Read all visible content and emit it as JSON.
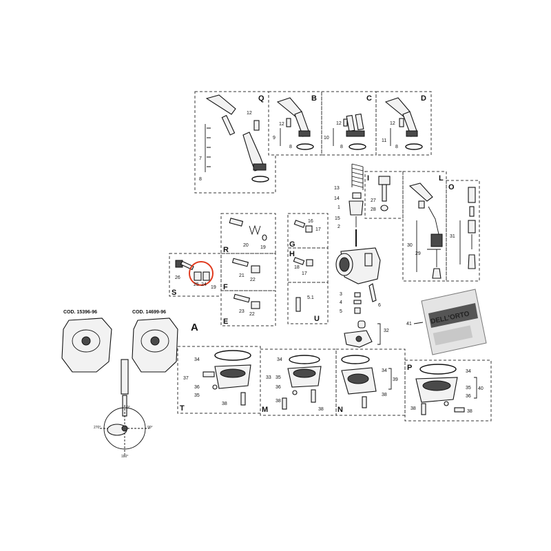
{
  "section_letters": {
    "Q": "Q",
    "B": "B",
    "C": "C",
    "D": "D",
    "R": "R",
    "S": "S",
    "F": "F",
    "E": "E",
    "G": "G",
    "H": "H",
    "U": "U",
    "I": "I",
    "L": "L",
    "O": "O",
    "T": "T",
    "M": "M",
    "N": "N",
    "P": "P"
  },
  "codes": {
    "left": "COD. 15396-96",
    "right": "COD. 14699-96"
  },
  "section_a": "A",
  "degrees": {
    "top": "0°",
    "left": "270°",
    "right": "90°",
    "bottom": "180°"
  },
  "kit_label": {
    "number": "41",
    "brand": "DELL'ORTO"
  },
  "highlight_color": "#e03a1e",
  "part_numbers": {
    "q12": "12",
    "q7": "7",
    "q8": "8",
    "b12": "12",
    "b9": "9",
    "b8": "8",
    "c12": "12",
    "c10": "10",
    "c8": "8",
    "d12": "12",
    "d11": "11",
    "d8": "8",
    "c13": "13",
    "c14": "14",
    "c1": "1",
    "c15": "15",
    "c2": "2",
    "c3": "3",
    "c4": "4",
    "c5": "5",
    "c6": "6",
    "c32": "32",
    "i27": "27",
    "i28": "28",
    "l30": "30",
    "l29": "29",
    "o31": "31",
    "r20": "20",
    "r19": "19",
    "s26": "26",
    "s25": "25",
    "s24": "24",
    "s19": "19",
    "f21": "21",
    "f22": "22",
    "e23": "23",
    "e22": "22",
    "g16": "16",
    "g17": "17",
    "h18": "18",
    "h17": "17",
    "u51": "5.1",
    "t34": "34",
    "t37": "37",
    "t36": "36",
    "t35": "35",
    "t38": "38",
    "m34": "34",
    "m33": "33",
    "m35": "35",
    "m36": "36",
    "m38a": "38",
    "m38b": "38",
    "n34": "34",
    "n39": "39",
    "n38": "38",
    "p34": "34",
    "p40": "40",
    "p35": "35",
    "p36": "36",
    "p38a": "38",
    "p38b": "38"
  }
}
